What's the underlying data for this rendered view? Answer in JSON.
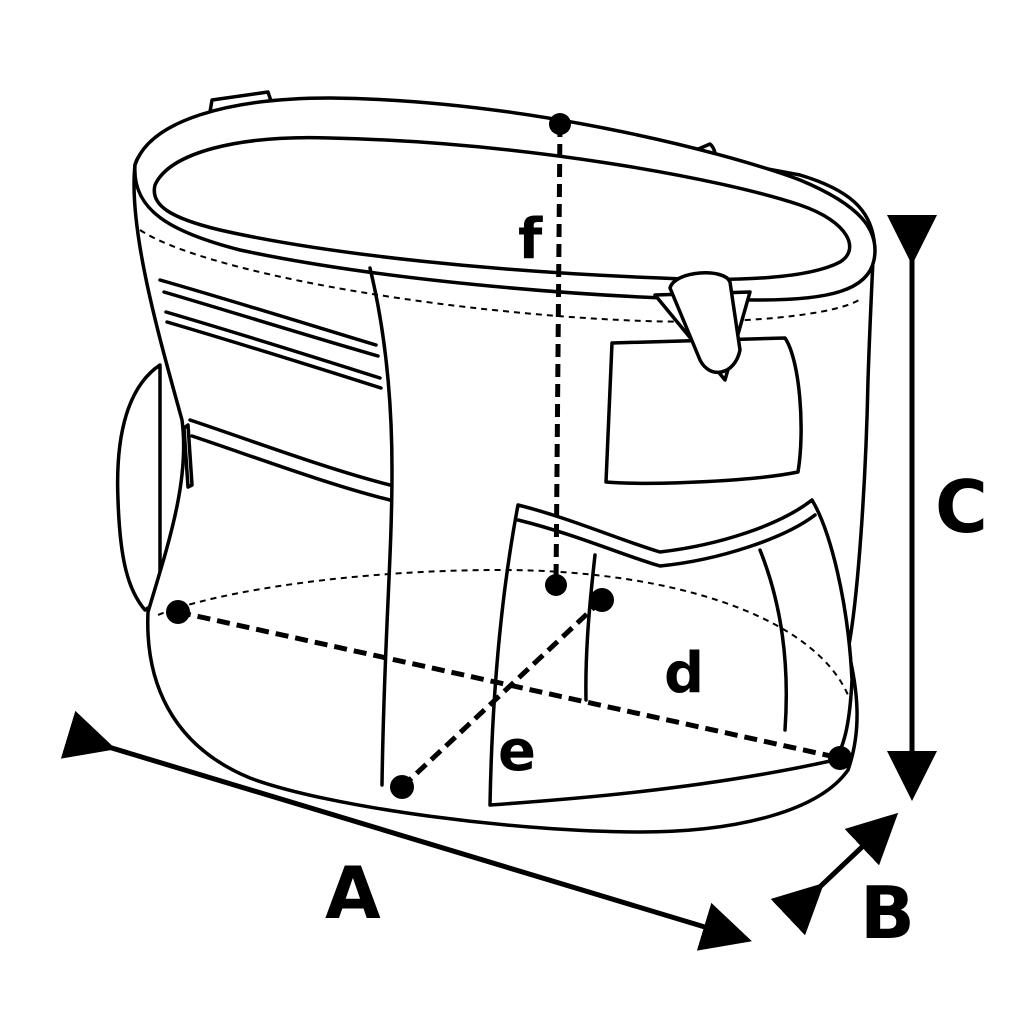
{
  "labels": {
    "A": "A",
    "B": "B",
    "C": "C",
    "d": "d",
    "e": "e",
    "f": "f"
  }
}
